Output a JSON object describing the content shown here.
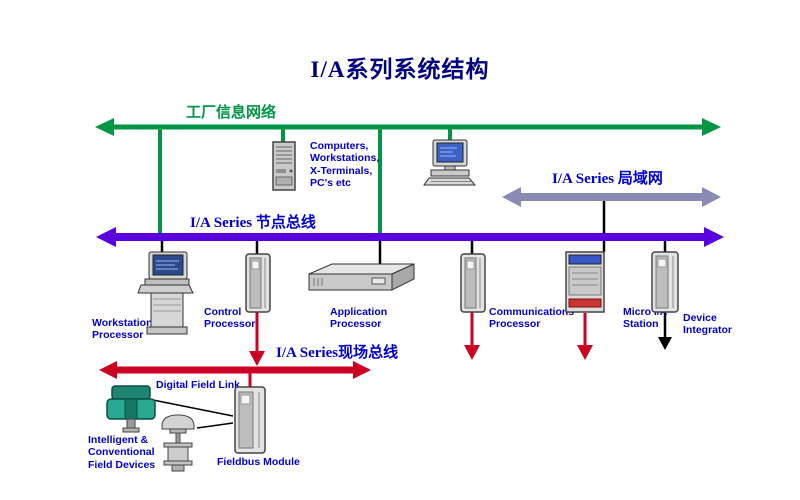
{
  "title": "I/A系列系统结构",
  "colors": {
    "title_navy": "#000080",
    "label_blue": "#0000CC",
    "factory_network_green": "#009645",
    "node_bus_purple": "#5A00E0",
    "lan_gray": "#8A8AB5",
    "fieldbus_red": "#CC0022",
    "connector_black": "#000000"
  },
  "buses": {
    "factory_network": {
      "label": "工厂信息网络"
    },
    "node_bus": {
      "label": "I/A Series 节点总线"
    },
    "lan": {
      "label": "I/A Series 局域网"
    },
    "fieldbus": {
      "label": "I/A Series现场总线"
    }
  },
  "nodes": {
    "computers": {
      "label": "Computers,\nWorkstations,\nX-Terminals,\nPC's etc"
    },
    "workstation_processor": {
      "label": "Workstation\nProcessor"
    },
    "control_processor": {
      "label": "Control\nProcessor"
    },
    "application_processor": {
      "label": "Application\nProcessor"
    },
    "communications_processor": {
      "label": "Communications\nProcessor"
    },
    "micro_ia_station": {
      "label": "Micro I/A\nStation"
    },
    "device_integrator": {
      "label": "Device\nIntegrator"
    },
    "digital_field_link": {
      "label": "Digital Field Link"
    },
    "field_devices": {
      "label": "Intelligent &\nConventional\nField Devices"
    },
    "fieldbus_module": {
      "label": "Fieldbus Module"
    }
  }
}
